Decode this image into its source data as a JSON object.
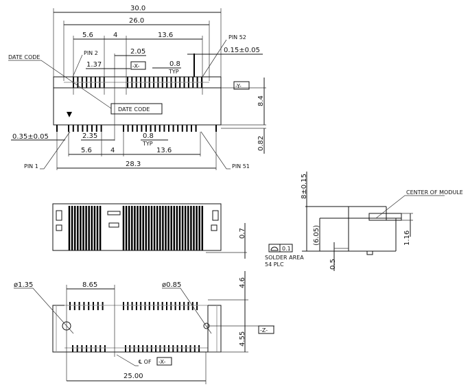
{
  "title": "Connector mechanical drawing (52-pin module socket)",
  "top_view": {
    "dim_overall": "30.0",
    "dim_inner": "26.0",
    "dim_top_a": "5.6",
    "dim_top_b": "4",
    "dim_top_c": "13.6",
    "pin52": "PIN 52",
    "tol_pin": "0.15±0.05",
    "pin2": "PIN 2",
    "dim_205": "2.05",
    "dim_137": "1.37",
    "datum_x": "-X-",
    "pitch_top": "0.8",
    "typ_top": "TYP",
    "datum_y": "-Y-",
    "date_code_label": "DATE CODE",
    "date_code_box": "DATE CODE",
    "height": "8.4",
    "tol_pin1": "0.35±0.05",
    "dim_235": "2.35",
    "pitch_bottom": "0.8",
    "typ_bottom": "TYP",
    "dim_bot_a": "5.6",
    "dim_bot_b": "4",
    "dim_bot_c": "13.6",
    "dim_283": "28.3",
    "pin1": "PIN 1",
    "pin51": "PIN 51",
    "lead": "0.82"
  },
  "front_view": {
    "height": "0.7"
  },
  "side_view": {
    "height": "8±0.15",
    "center": "CENTER OF MODULE",
    "dim_605": "(6.05)",
    "dim_116": "1.16",
    "dim_05": "0.5",
    "flatness": "0.1",
    "solder_area": "SOLDER AREA",
    "plc": "54 PLC"
  },
  "bottom_view": {
    "hole_large": "ø1.35",
    "dim_865": "8.65",
    "hole_small": "ø0.85",
    "dim_46": "4.6",
    "datum_z": "-Z-",
    "dim_455": "4.55",
    "centerline": "℄ OF",
    "centerline_datum": "-X-",
    "dim_25": "25.00"
  }
}
